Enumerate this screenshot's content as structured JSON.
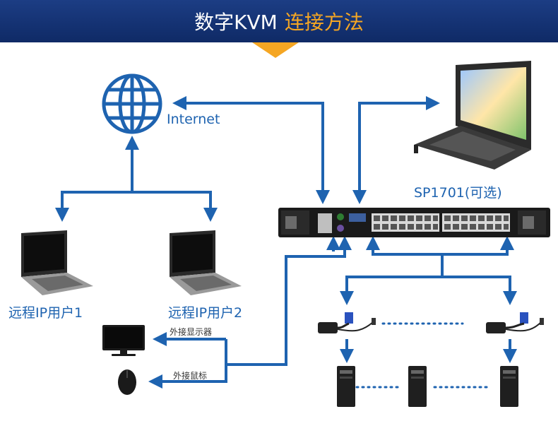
{
  "banner": {
    "title_main": "数字KVM",
    "title_accent": "连接方法"
  },
  "labels": {
    "internet": "Internet",
    "console": "SP1701(可选)",
    "user1": "远程IP用户1",
    "user2": "远程IP用户2",
    "ext_monitor": "外接显示器",
    "ext_mouse": "外接鼠标"
  },
  "colors": {
    "banner": "#0f2a66",
    "accent": "#f5a623",
    "line": "#1e63b0"
  }
}
